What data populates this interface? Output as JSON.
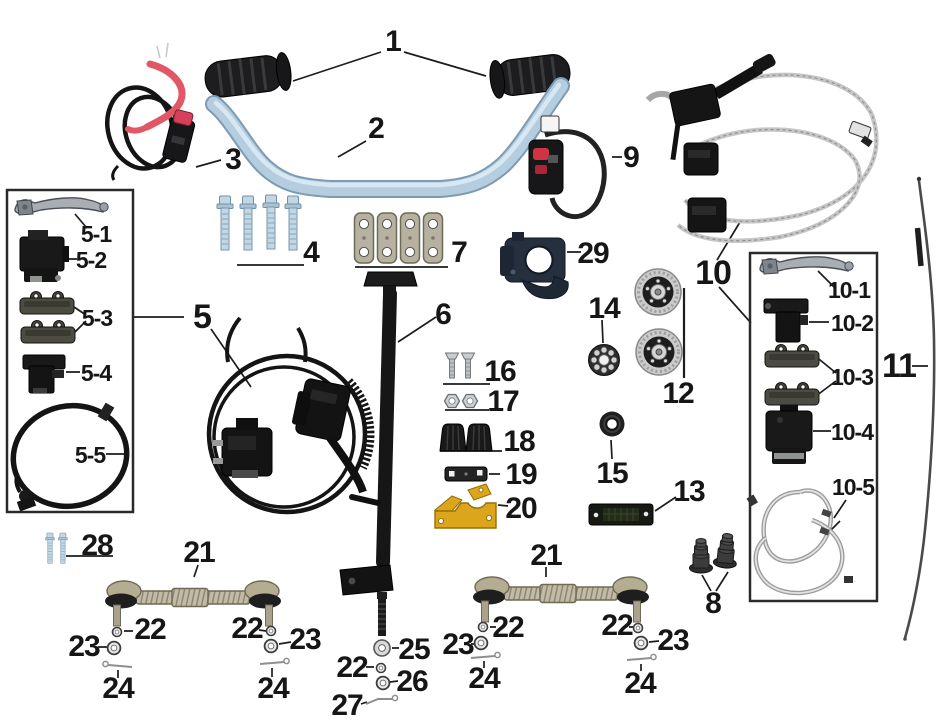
{
  "diagram": {
    "background": "#ffffff",
    "label_color": "#161616",
    "accent_colors": {
      "handlebar_blue": "#b4cddf",
      "bracket_yellow": "#dca51c",
      "wire_red": "#e05865",
      "metal_tan": "#b8b19c",
      "steel_gray": "#a9aeb4"
    },
    "labels": {
      "n1": "1",
      "n2": "2",
      "n3": "3",
      "n4": "4",
      "n5": "5",
      "n5_1": "5-1",
      "n5_2": "5-2",
      "n5_3": "5-3",
      "n5_4": "5-4",
      "n5_5": "5-5",
      "n6": "6",
      "n7": "7",
      "n8": "8",
      "n9": "9",
      "n10": "10",
      "n10_1": "10-1",
      "n10_2": "10-2",
      "n10_3": "10-3",
      "n10_4": "10-4",
      "n10_5": "10-5",
      "n11": "11",
      "n12": "12",
      "n13": "13",
      "n14": "14",
      "n15": "15",
      "n16": "16",
      "n17": "17",
      "n18": "18",
      "n19": "19",
      "n20": "20",
      "n21": "21",
      "n22": "22",
      "n23": "23",
      "n24": "24",
      "n25": "25",
      "n26": "26",
      "n27": "27",
      "n28": "28",
      "n29": "29"
    }
  }
}
